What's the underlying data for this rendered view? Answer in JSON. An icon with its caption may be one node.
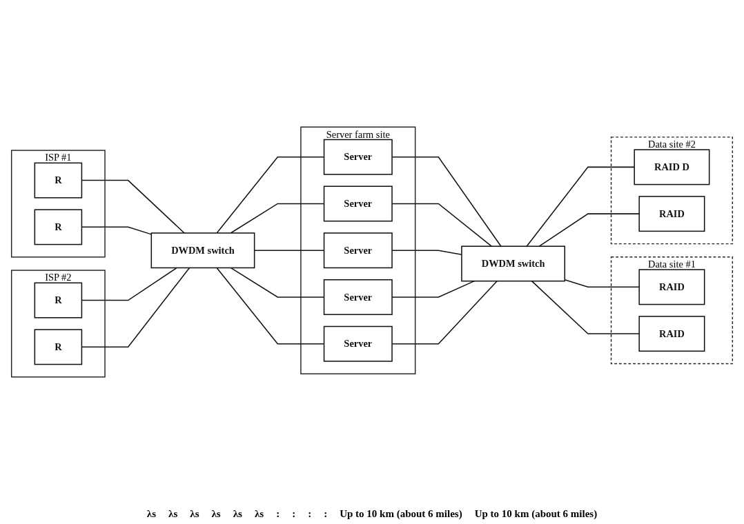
{
  "diagram": {
    "nodes": [
      {
        "text": [
          "ISP #1"
        ]
      },
      {
        "text": [
          "R"
        ],
        "in": 0
      },
      {
        "text": [
          "R"
        ],
        "in": 0
      },
      {
        "text": [
          "ISP #2"
        ]
      },
      {
        "text": [
          "R"
        ],
        "in": 3
      },
      {
        "text": [
          "R"
        ],
        "in": 3
      },
      {
        "text": [
          "DWDM switch"
        ]
      },
      {
        "text": [
          "Server farm site"
        ]
      },
      {
        "text": [
          "Server"
        ],
        "in": 7
      },
      {
        "text": [
          "Server"
        ],
        "in": 7
      },
      {
        "text": [
          "Server"
        ],
        "in": 7
      },
      {
        "text": [
          "Server"
        ],
        "in": 7
      },
      {
        "text": [
          "Server"
        ],
        "in": 7
      },
      {
        "text": [
          "DWDM switch"
        ]
      },
      {
        "text": [
          "Data site #1"
        ]
      },
      {
        "text": [
          "RAID"
        ],
        "in": 14
      },
      {
        "text": [
          "RAID"
        ],
        "in": 14
      },
      {
        "text": [
          "Data site #2"
        ]
      },
      {
        "text": [
          "RAID D"
        ],
        "in": 17
      },
      {
        "text": [
          "RAID"
        ],
        "in": 17
      }
    ],
    "edges": [
      {
        "from": 1,
        "to": 6,
        "arrow": "none"
      },
      {
        "from": 2,
        "to": 6,
        "arrow": "none"
      },
      {
        "from": 4,
        "to": 6,
        "arrow": "none"
      },
      {
        "from": 5,
        "to": 6,
        "arrow": "none"
      },
      {
        "from": 6,
        "to": 8,
        "arrow": "none"
      },
      {
        "from": 6,
        "to": 9,
        "arrow": "none"
      },
      {
        "from": 6,
        "to": 10,
        "arrow": "none"
      },
      {
        "from": 6,
        "to": 11,
        "arrow": "none"
      },
      {
        "from": 6,
        "to": 12,
        "arrow": "none"
      },
      {
        "from": 8,
        "to": 13,
        "arrow": "none"
      },
      {
        "from": 9,
        "to": 13,
        "arrow": "none"
      },
      {
        "from": 10,
        "to": 13,
        "arrow": "none"
      },
      {
        "from": 11,
        "to": 13,
        "arrow": "none"
      },
      {
        "from": 12,
        "to": 13,
        "arrow": "none"
      },
      {
        "from": 13,
        "to": 15,
        "arrow": "none"
      },
      {
        "from": 13,
        "to": 16,
        "arrow": "none"
      },
      {
        "from": 13,
        "to": 18,
        "arrow": "none"
      },
      {
        "from": 13,
        "to": 19,
        "arrow": "none"
      }
    ],
    "labels": [
      "λs",
      "λs",
      "λs",
      "λs",
      "λs",
      "λs",
      ":",
      ":",
      ":",
      ":",
      "Up to 10 km (about 6 miles)",
      "Up to 10 km (about 6 miles)"
    ]
  }
}
